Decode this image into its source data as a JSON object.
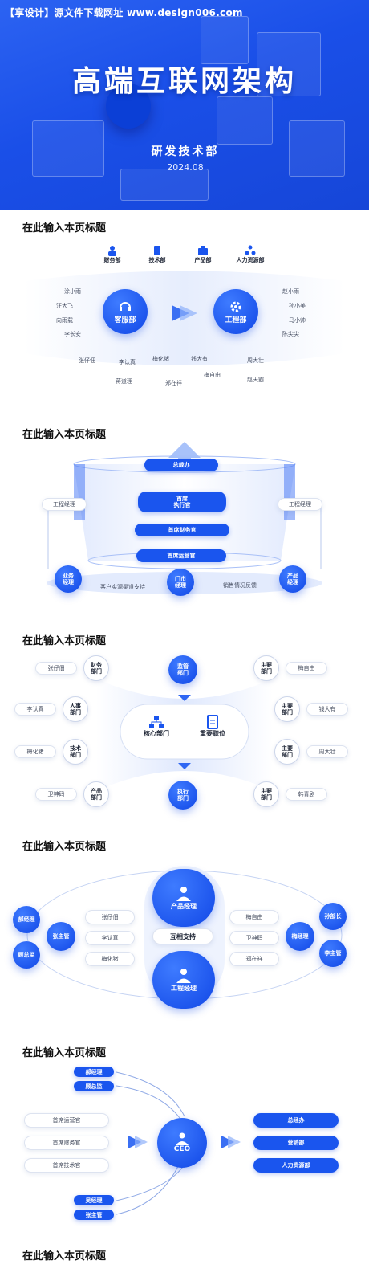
{
  "header": {
    "watermark": "【享设计】源文件下载网址 www.design006.com",
    "title": "高端互联网架构",
    "department": "研发技术部",
    "date": "2024.08"
  },
  "section_title": "在此输入本页标题",
  "s1": {
    "top_depts": [
      "财务部",
      "技术部",
      "产品部",
      "人力资源部"
    ],
    "left_hub": "客服部",
    "right_hub": "工程部",
    "left_names": [
      "涂小雨",
      "汪大飞",
      "向雨载",
      "李长安"
    ],
    "right_names": [
      "赵小雨",
      "孙小美",
      "马小帅",
      "陈尖尖"
    ],
    "bottom_names": [
      "张仔佃",
      "李认真",
      "梅化猪",
      "钱大有",
      "周大壮",
      "蒋道理",
      "郑在祥",
      "梅自由",
      "赵天霸"
    ]
  },
  "s2": {
    "levels": [
      "总裁办",
      "首席\n执行官",
      "首席财务官",
      "首席运营官"
    ],
    "left_label": "工程经理",
    "right_label": "工程经理",
    "left_node": "业务\n经理",
    "center_node": "门市\n经理",
    "right_node": "产品\n经理",
    "left_flow": "客户实源渠道支持",
    "right_flow": "销售情况反馈"
  },
  "s3": {
    "top_node": "监管\n部门",
    "bottom_node": "执行\n部门",
    "core": "核心部门",
    "key": "重要职位",
    "left_depts": [
      "财务\n部门",
      "人事\n部门",
      "技术\n部门",
      "产品\n部门"
    ],
    "left_names": [
      "张仔佃",
      "李认真",
      "梅化猪",
      "卫神码"
    ],
    "right_depts": [
      "主要\n部门",
      "主要\n部门",
      "主要\n部门",
      "主要\n部门"
    ],
    "right_names": [
      "梅自由",
      "钱大有",
      "周大壮",
      "韩青剧"
    ]
  },
  "s4": {
    "top_node": "产品经理",
    "bottom_node": "工程经理",
    "middle": "互相支持",
    "left_names": [
      "张仔佃",
      "李认真",
      "梅化猪"
    ],
    "right_names": [
      "梅自由",
      "卫神码",
      "郑在祥"
    ],
    "left_outer": [
      "郝经理",
      "顾总监"
    ],
    "left_inner": "张主管",
    "right_outer": [
      "孙部长",
      "李主管"
    ],
    "right_inner": "梅经理"
  },
  "s5": {
    "top_tags": [
      "郝经理",
      "顾总监"
    ],
    "bottom_tags": [
      "吴经理",
      "张主管"
    ],
    "left_items": [
      "首席运营官",
      "首席财务官",
      "首席技术官"
    ],
    "center": "CEO",
    "right_items": [
      "总经办",
      "营销部",
      "人力资源部"
    ]
  },
  "s6": {
    "title_partial": "在此输入本页标题"
  }
}
